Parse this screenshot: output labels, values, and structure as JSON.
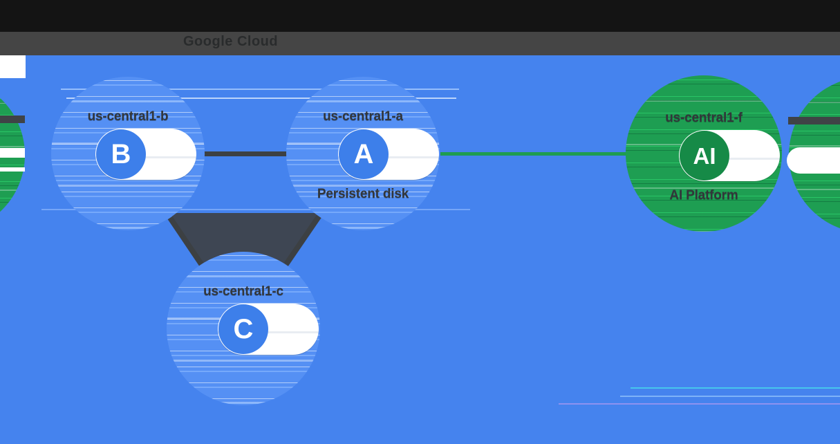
{
  "header": {
    "title": "Google Cloud"
  },
  "diagram": {
    "zones": {
      "b": {
        "label": "us-central1-b",
        "letter": "B"
      },
      "a": {
        "label": "us-central1-a",
        "letter": "A",
        "sublabel": "Persistent disk"
      },
      "c": {
        "label": "us-central1-c",
        "letter": "C"
      },
      "ai": {
        "label": "us-central1-f",
        "letter": "AI",
        "sublabel": "AI Platform"
      }
    },
    "colors": {
      "background": "#4583EE",
      "header_bar": "#454545",
      "zone_circle": "#5590F4",
      "zone_badge": "#3D7FEA",
      "ai_circle": "#1E9E52",
      "ai_badge": "#168A47",
      "label_text": "#32363A",
      "connector_dark": "#3C4043",
      "connector_green": "#1E9C50"
    }
  }
}
